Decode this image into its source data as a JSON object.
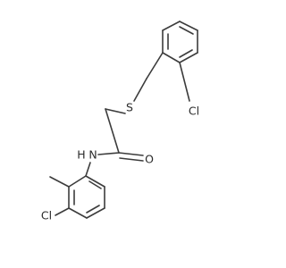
{
  "molecule": {
    "atoms": {
      "sulfur": "S",
      "chlorine_top": "Cl",
      "oxygen": "O",
      "nitrogen": "N",
      "amide_hydrogen": "H",
      "chlorine_bottom": "Cl"
    }
  }
}
